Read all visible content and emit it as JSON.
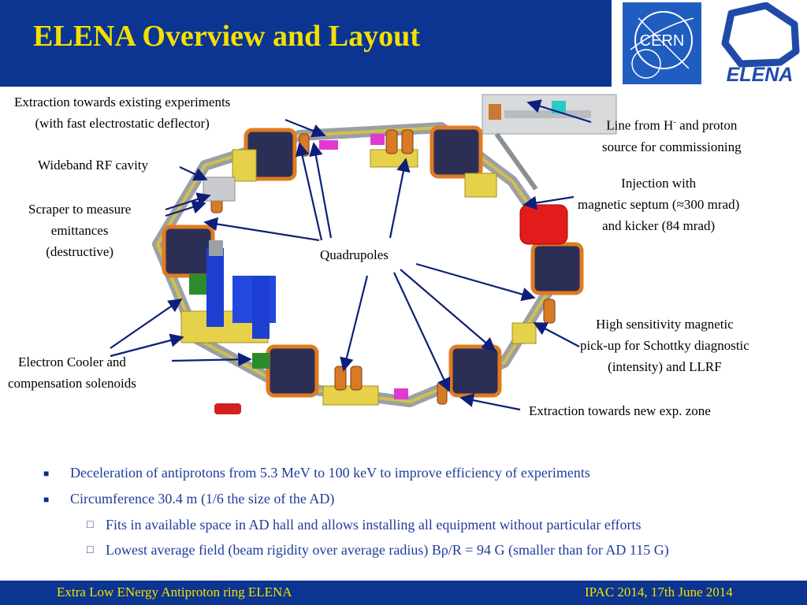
{
  "header": {
    "title": "ELENA Overview and Layout",
    "cern_logo_text": "CERN",
    "elena_logo_text": "ELENA"
  },
  "callouts": {
    "extraction_existing": [
      "Extraction towards existing experiments",
      "(with fast electrostatic deflector)"
    ],
    "line_from_h": "Line from H",
    "line_from_h_sup": "-",
    "line_from_h_rest": " and proton",
    "line_from_h_2": "source for commissioning",
    "wideband_rf": "Wideband RF cavity",
    "injection": [
      "Injection with",
      "magnetic septum (≈300 mrad)",
      "and kicker (84 mrad)"
    ],
    "scraper": [
      "Scraper to measure",
      "emittances",
      "(destructive)"
    ],
    "quadrupoles": "Quadrupoles",
    "schottky": [
      "High sensitivity magnetic",
      "pick-up for Schottky diagnostic",
      "(intensity) and LLRF"
    ],
    "electron_cooler": [
      "Electron Cooler and",
      "compensation solenoids"
    ],
    "extraction_new": "Extraction towards new exp. zone"
  },
  "bullets": [
    {
      "level": 1,
      "text": "Deceleration of antiprotons from 5.3 MeV to 100 keV to improve efficiency of experiments"
    },
    {
      "level": 1,
      "text": "Circumference 30.4 m (1/6 the size of the AD)"
    },
    {
      "level": 2,
      "text": "Fits in available space in AD hall and allows installing all equipment without particular efforts"
    },
    {
      "level": 2,
      "text": "Lowest average field (beam rigidity over average radius) Bρ/R = 94 G (smaller than for AD 115 G)"
    }
  ],
  "footer": {
    "left": "Extra Low ENergy Antiproton ring ELENA",
    "right": "IPAC 2014, 17th June 2014"
  },
  "colors": {
    "header_bg": "#0b3590",
    "title_yellow": "#f3e000",
    "bullet_text": "#1f3c9c",
    "arrow": "#0d1f7a"
  }
}
